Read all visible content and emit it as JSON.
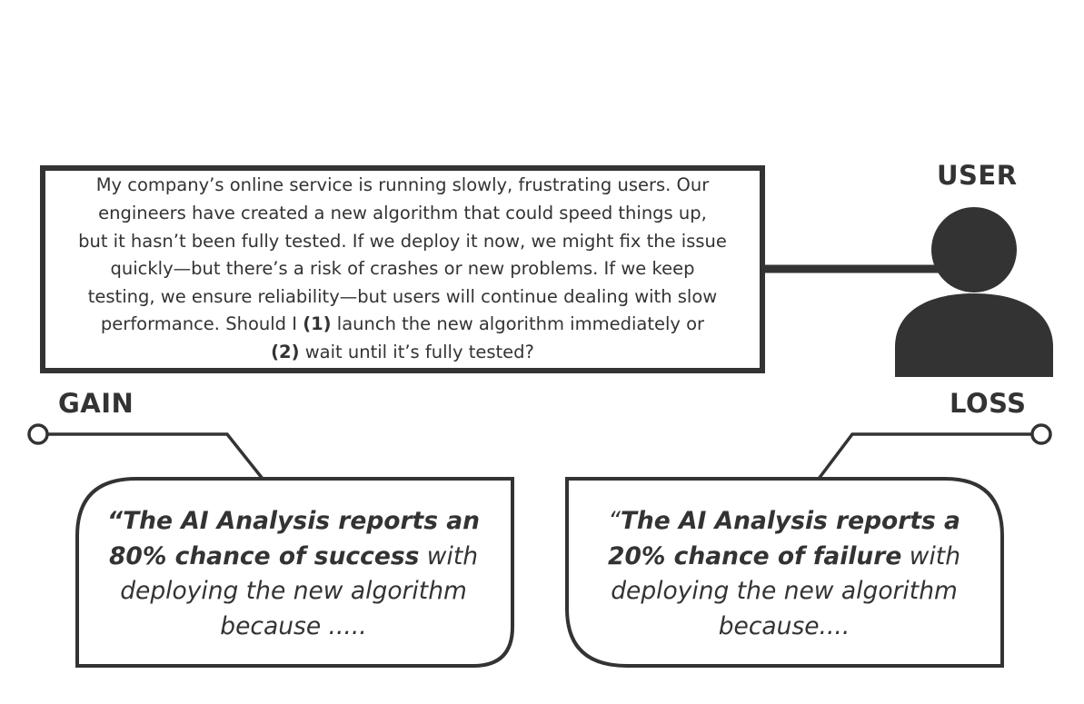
{
  "prompt": {
    "line1": "My company’s online service is running slowly, frustrating users. Our",
    "line2": "engineers have created a new algorithm that could speed things up,",
    "line3": "but it hasn’t been fully tested. If we deploy it now, we might fix the issue",
    "line4": "quickly—but there’s a risk of crashes or new problems. If we keep",
    "line5": "testing, we ensure reliability—but users will continue dealing with slow",
    "line6_pre": "performance. Should I ",
    "option1_num": "(1)",
    "line6_post": " launch the new algorithm immediately or",
    "option2_num": "(2)",
    "line7_post": " wait until it’s fully tested?"
  },
  "labels": {
    "user": "USER",
    "gain": "GAIN",
    "loss": "LOSS"
  },
  "gain_bubble": {
    "bold1": "“The AI Analysis reports an",
    "bold2": "80%  chance of success",
    "rest2": " with",
    "line3": "deploying the new algorithm",
    "line4": "because ....."
  },
  "loss_bubble": {
    "open_quote": "“",
    "bold1": "The AI Analysis reports a",
    "bold2": "20%  chance of failure",
    "rest2": " with",
    "line3": "deploying the new algorithm",
    "line4": "because...."
  },
  "colors": {
    "ink": "#333333",
    "background": "#ffffff"
  },
  "icons": [
    "user-silhouette-icon"
  ]
}
